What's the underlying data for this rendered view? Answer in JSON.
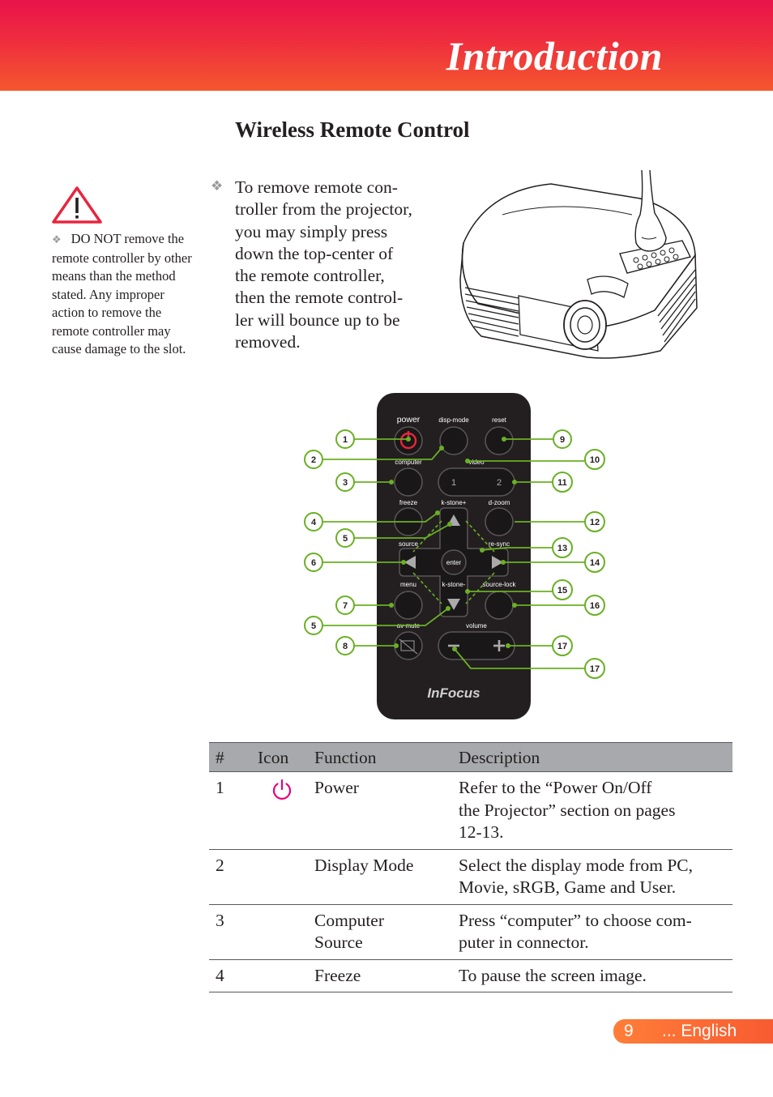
{
  "header": {
    "title": "Introduction"
  },
  "section": {
    "title": "Wireless Remote Control"
  },
  "warning": {
    "bullet": "❖",
    "text": "DO NOT remove the remote controller by other means than the method stated. Any improper action to remove the remote controller may cause damage to the slot."
  },
  "intro": {
    "bullet": "❖",
    "lines": [
      "To remove remote con-",
      "troller from the projector,",
      "you may simply press",
      "down the top-center of",
      "the remote controller,",
      "then the remote control-",
      "ler will bounce up to be",
      "removed."
    ]
  },
  "remote": {
    "labels": {
      "power": "power",
      "disp_mode": "disp-mode",
      "reset": "reset",
      "computer": "computer",
      "video": "video",
      "video_1": "1",
      "video_2": "2",
      "freeze": "freeze",
      "kstone_plus": "k-stone+",
      "dzoom": "d-zoom",
      "source": "source",
      "resync": "re-sync",
      "enter": "enter",
      "menu": "menu",
      "kstone_minus": "k-stone-",
      "source_lock": "source-lock",
      "av_mute": "av mute",
      "volume": "volume",
      "brand": "InFocus"
    },
    "callouts": [
      "1",
      "2",
      "3",
      "4",
      "5",
      "6",
      "7",
      "5",
      "8",
      "9",
      "10",
      "11",
      "12",
      "13",
      "14",
      "15",
      "16",
      "17",
      "17"
    ]
  },
  "table": {
    "headers": {
      "num": "#",
      "icon": "Icon",
      "function": "Function",
      "description": "Description"
    },
    "rows": [
      {
        "num": "1",
        "icon": "power-icon",
        "function": [
          "Power"
        ],
        "description": [
          "Refer to the “Power On/Off",
          "the Projector” section on pages",
          "12-13."
        ]
      },
      {
        "num": "2",
        "icon": "",
        "function": [
          "Display Mode"
        ],
        "description": [
          "Select the display mode from PC,",
          "Movie, sRGB, Game and User."
        ]
      },
      {
        "num": "3",
        "icon": "",
        "function": [
          "Computer",
          "Source"
        ],
        "description": [
          "Press “computer” to choose com-",
          "puter in connector."
        ]
      },
      {
        "num": "4",
        "icon": "",
        "function": [
          "Freeze"
        ],
        "description": [
          "To pause the screen image."
        ]
      }
    ]
  },
  "footer": {
    "page_number": "9",
    "language": "... English"
  },
  "colors": {
    "header_gradient_top": "#e8134b",
    "header_gradient_bottom": "#f4572e",
    "callout_line": "#6ab023",
    "power_icon": "#e6007e",
    "table_header": "#a7a9ac",
    "page_tab": "#f85b31"
  }
}
